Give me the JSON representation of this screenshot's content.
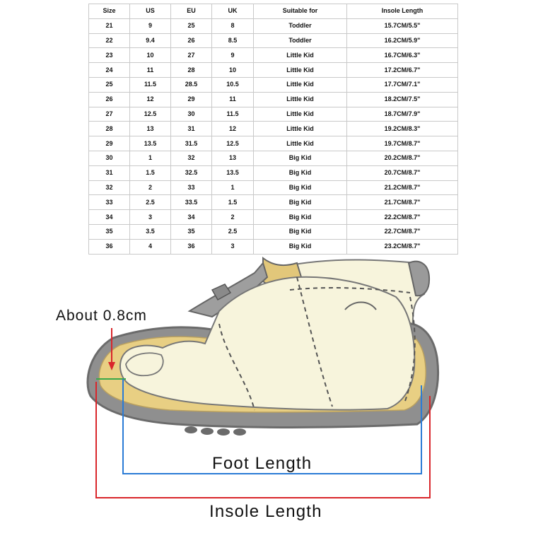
{
  "size_table": {
    "headers": [
      "Size",
      "US",
      "EU",
      "UK",
      "Suitable for",
      "Insole Length"
    ],
    "rows": [
      [
        "21",
        "9",
        "25",
        "8",
        "Toddler",
        "15.7CM/5.5\""
      ],
      [
        "22",
        "9.4",
        "26",
        "8.5",
        "Toddler",
        "16.2CM/5.9\""
      ],
      [
        "23",
        "10",
        "27",
        "9",
        "Little Kid",
        "16.7CM/6.3\""
      ],
      [
        "24",
        "11",
        "28",
        "10",
        "Little Kid",
        "17.2CM/6.7\""
      ],
      [
        "25",
        "11.5",
        "28.5",
        "10.5",
        "Little Kid",
        "17.7CM/7.1\""
      ],
      [
        "26",
        "12",
        "29",
        "11",
        "Little Kid",
        "18.2CM/7.5\""
      ],
      [
        "27",
        "12.5",
        "30",
        "11.5",
        "Little Kid",
        "18.7CM/7.9\""
      ],
      [
        "28",
        "13",
        "31",
        "12",
        "Little Kid",
        "19.2CM/8.3\""
      ],
      [
        "29",
        "13.5",
        "31.5",
        "12.5",
        "Little Kid",
        "19.7CM/8.7\""
      ],
      [
        "30",
        "1",
        "32",
        "13",
        "Big Kid",
        "20.2CM/8.7\""
      ],
      [
        "31",
        "1.5",
        "32.5",
        "13.5",
        "Big Kid",
        "20.7CM/8.7\""
      ],
      [
        "32",
        "2",
        "33",
        "1",
        "Big Kid",
        "21.2CM/8.7\""
      ],
      [
        "33",
        "2.5",
        "33.5",
        "1.5",
        "Big Kid",
        "21.7CM/8.7\""
      ],
      [
        "34",
        "3",
        "34",
        "2",
        "Big Kid",
        "22.2CM/8.7\""
      ],
      [
        "35",
        "3.5",
        "35",
        "2.5",
        "Big Kid",
        "22.7CM/8.7\""
      ],
      [
        "36",
        "4",
        "36",
        "3",
        "Big Kid",
        "23.2CM/8.7\""
      ]
    ]
  },
  "diagram": {
    "gap_label": "About 0.8cm",
    "foot_length_label": "Foot Length",
    "insole_length_label": "Insole Length",
    "colors": {
      "shoe_outline": "#6b6b6b",
      "sole": "#8f8f8f",
      "foot": "#f7f4dc",
      "insole": "#e8cf83",
      "gap_arrow": "#d9262b",
      "insole_line": "#d9262b",
      "foot_line": "#2a7bd6",
      "toe_line": "#3aa84a"
    }
  }
}
